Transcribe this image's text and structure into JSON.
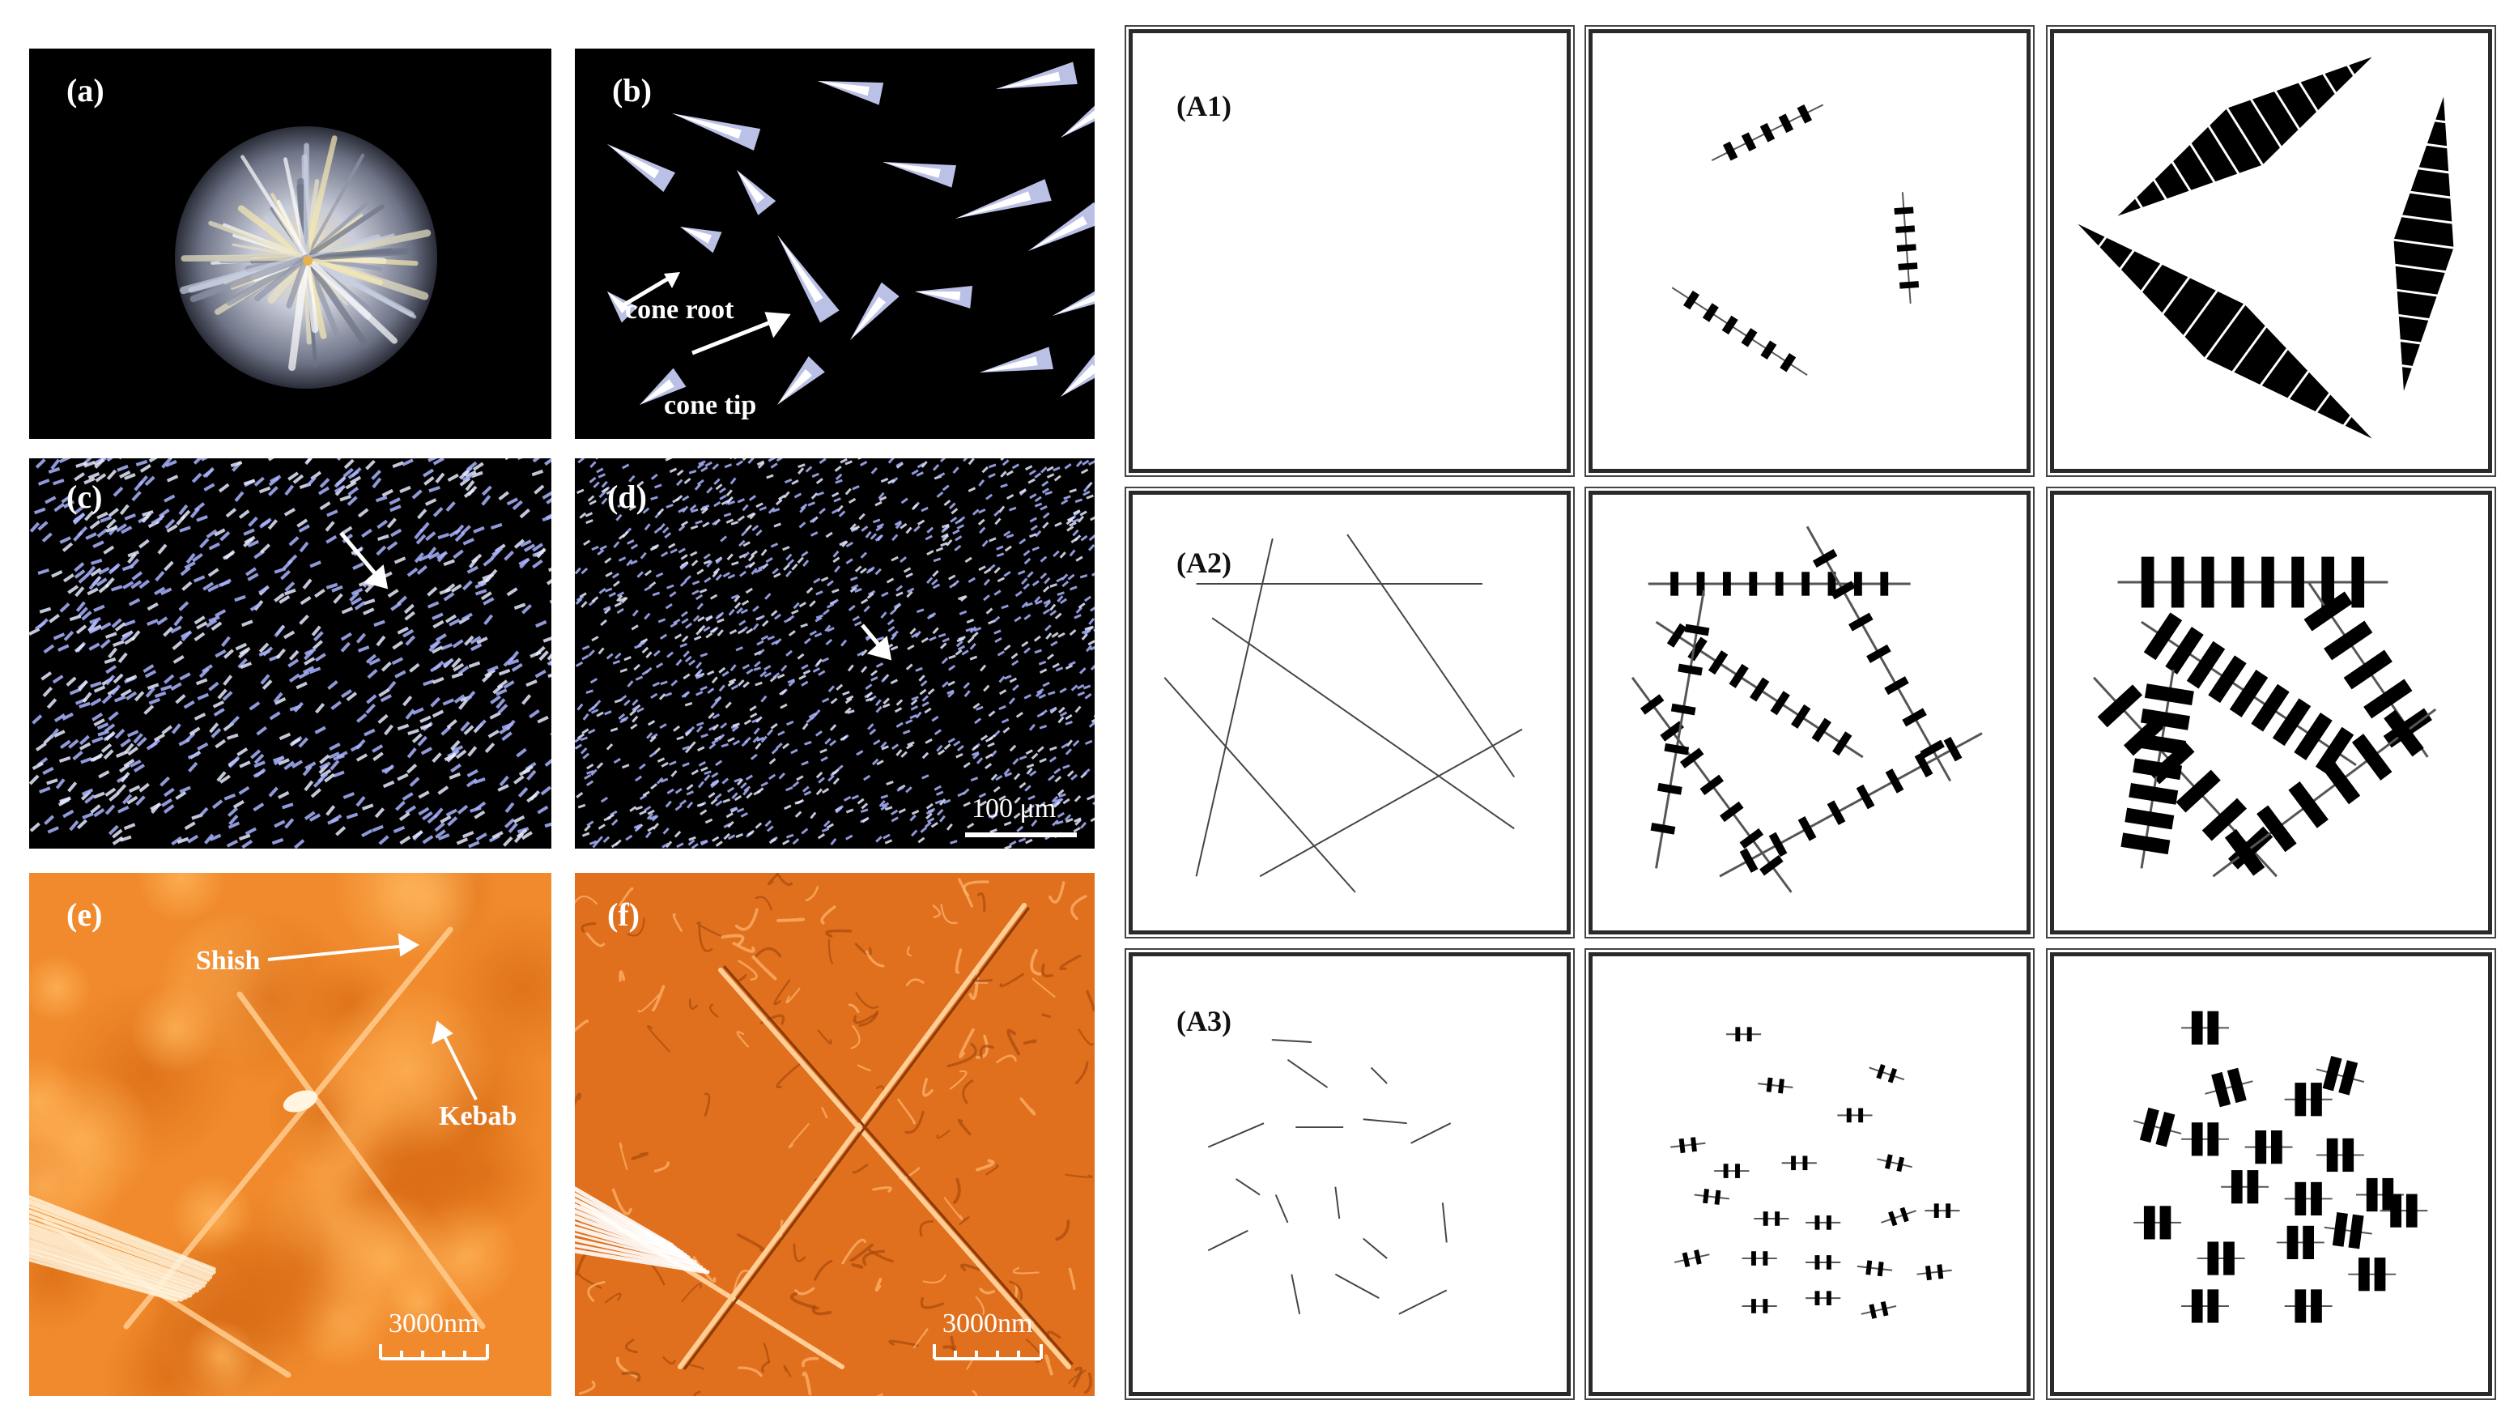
{
  "micrographs": {
    "a": {
      "label": "(a)"
    },
    "b": {
      "label": "(b)",
      "ann_root": "cone root",
      "ann_tip": "cone tip"
    },
    "c": {
      "label": "(c)"
    },
    "d": {
      "label": "(d)",
      "scale": "100 μm"
    },
    "e": {
      "label": "(e)",
      "ann_shish": "Shish",
      "ann_kebab": "Kebab",
      "scale": "3000nm"
    },
    "f": {
      "label": "(f)",
      "scale": "3000nm"
    }
  },
  "schematics": {
    "row1": {
      "label": "(A1)"
    },
    "row2": {
      "label": "(A2)"
    },
    "row3": {
      "label": "(A3)"
    }
  },
  "colors": {
    "polarized_bg": "#000000",
    "polarized_crystal": "#aab4ff",
    "afm_bg": "#f08a2c",
    "afm_highlight": "#ffd9a8",
    "schematic_ink": "#000000"
  }
}
